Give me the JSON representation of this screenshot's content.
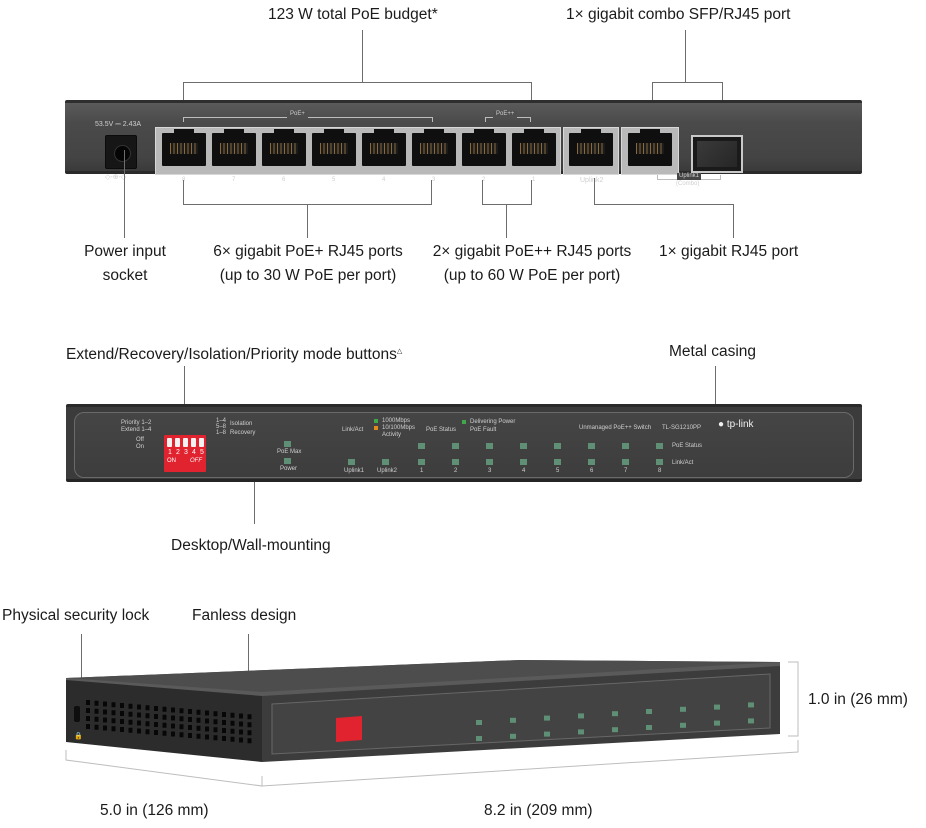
{
  "rear_view": {
    "callouts": {
      "poe_budget": "123 W total PoE budget*",
      "combo_port": "1× gigabit combo SFP/RJ45 port",
      "power_input_line1": "Power input",
      "power_input_line2": "socket",
      "poe_plus_ports_line1": "6× gigabit PoE+ RJ45 ports",
      "poe_plus_ports_line2": "(up to 30 W PoE per port)",
      "poe_plusplus_ports_line1": "2× gigabit PoE++ RJ45 ports",
      "poe_plusplus_ports_line2": "(up to 60 W PoE per port)",
      "rj45_port": "1× gigabit RJ45 port"
    },
    "power_rating": "53.5V ⎓ 2.43A",
    "polarity_symbol": "◇-⊕-◇",
    "group_labels": {
      "poe_plus": "PoE+",
      "poe_plusplus": "PoE++"
    },
    "port_labels": [
      "8",
      "7",
      "6",
      "5",
      "4",
      "3",
      "2",
      "1",
      "Uplink2"
    ],
    "combo_label_line1": "Uplink1",
    "combo_label_line2": "(Combo)"
  },
  "front_view": {
    "callouts": {
      "mode_buttons": "Extend/Recovery/Isolation/Priority mode buttons",
      "mode_buttons_mark": "△",
      "metal_casing": "Metal casing",
      "mounting": "Desktop/Wall-mounting"
    },
    "dip_labels_left": [
      "Priority 1–2",
      "Extend 1–4",
      "Off",
      "On"
    ],
    "dip_labels_right": [
      "1–4",
      "5–8",
      "1–8"
    ],
    "dip_labels_right_names": [
      "Isolation",
      "Recovery"
    ],
    "dip_numbers": [
      "1",
      "2",
      "3",
      "4",
      "5"
    ],
    "dip_on": "ON",
    "dip_off": "OFF",
    "legend": {
      "link_act": "Link/Act",
      "speed_1000": "1000Mbps",
      "speed_10_100": "10/100Mbps",
      "activity": "Activity",
      "poe_status": "PoE Status",
      "delivering_power": "Delivering Power",
      "poe_fault": "PoE Fault"
    },
    "product_type": "Unmanaged PoE++ Switch",
    "model": "TL-SG1210PP",
    "brand": "tp-link",
    "system_leds": [
      "PoE Max",
      "Power"
    ],
    "uplink_leds": [
      "Uplink1",
      "Uplink2"
    ],
    "port_leds": [
      "1",
      "2",
      "3",
      "4",
      "5",
      "6",
      "7",
      "8"
    ],
    "row_labels": [
      "PoE Status",
      "Link/Act"
    ],
    "colors": {
      "led_green": "#3fa84a",
      "led_orange": "#e38a1a",
      "dip_red": "#e0232f"
    }
  },
  "perspective_view": {
    "callouts": {
      "security_lock": "Physical security lock",
      "fanless": "Fanless design"
    },
    "dimensions": {
      "height": "1.0 in (26 mm)",
      "depth": "5.0 in (126 mm)",
      "width": "8.2 in (209 mm)"
    }
  }
}
